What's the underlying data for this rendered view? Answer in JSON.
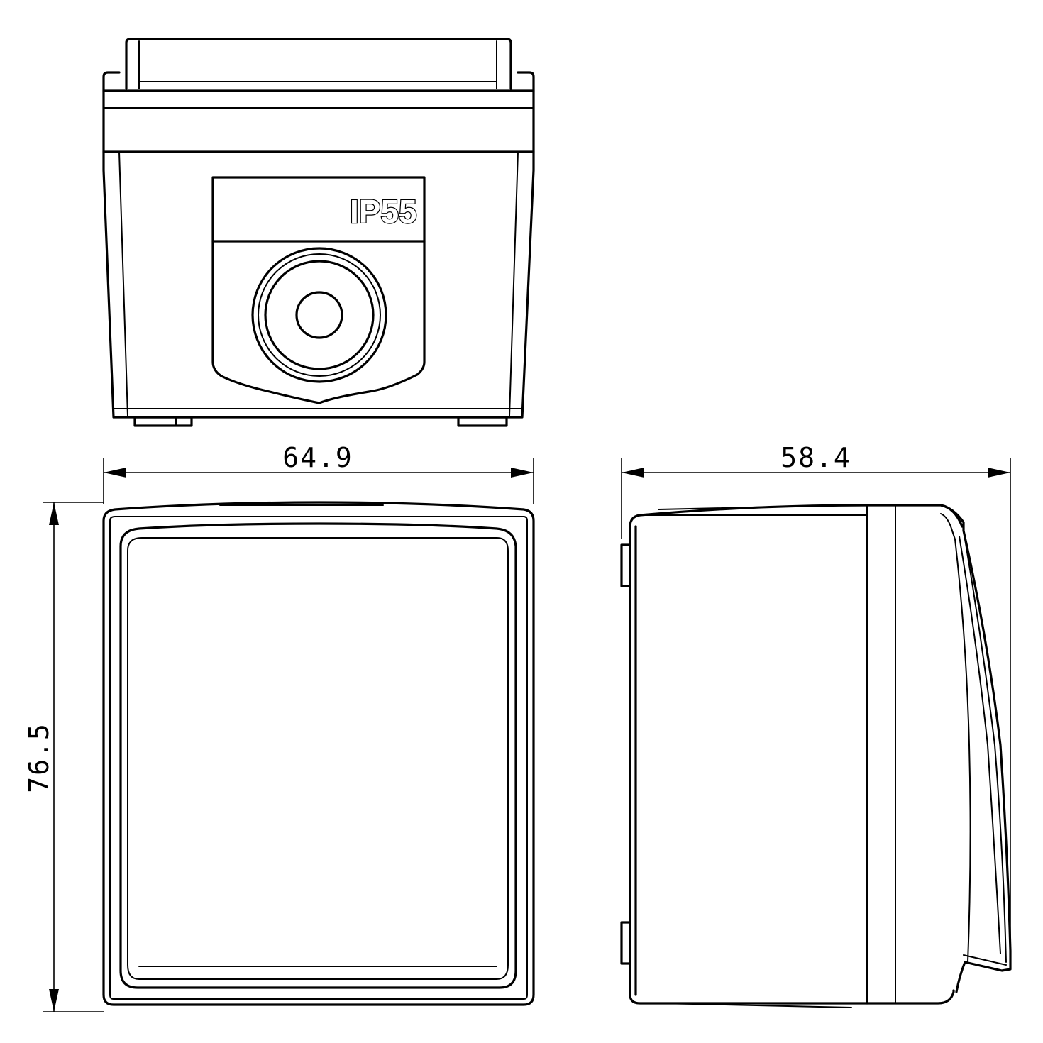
{
  "marking": {
    "ip_rating": "IP55"
  },
  "dimensions": {
    "width": "64.9",
    "height": "76.5",
    "depth": "58.4"
  }
}
